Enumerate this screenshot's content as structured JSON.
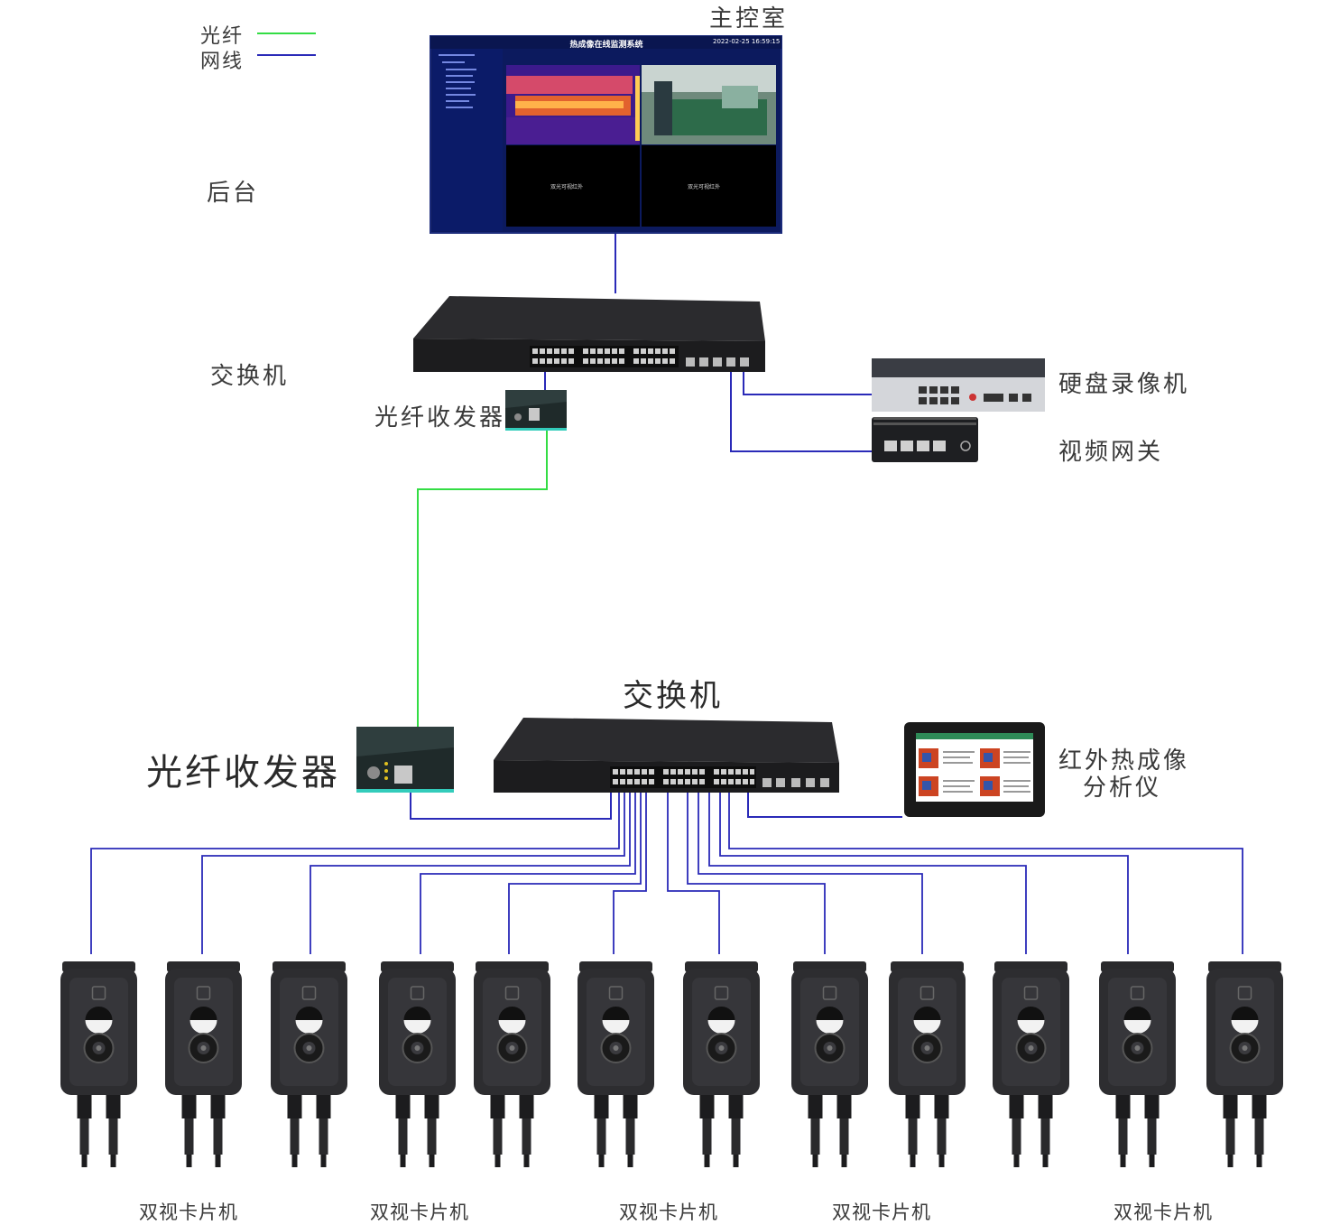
{
  "legend": {
    "fiber_label": "光纤",
    "cable_label": "网线",
    "fiber_color": "#33dd44",
    "cable_color": "#2a2ab8"
  },
  "control_room": {
    "title": "主控室",
    "backend_label": "后台",
    "screen": {
      "system_title": "热成像在线监测系统",
      "datetime": "2022-02-25 16:59:15",
      "no_signal_left": "双光可视红外",
      "no_signal_right": "双光可视红外"
    }
  },
  "top_switch": {
    "label": "交换机"
  },
  "top_transceiver": {
    "label": "光纤收发器"
  },
  "nvr": {
    "label": "硬盘录像机"
  },
  "gateway": {
    "label": "视频网关"
  },
  "bottom_switch": {
    "label": "交换机"
  },
  "bottom_transceiver": {
    "label": "光纤收发器"
  },
  "analyzer": {
    "label_line1": "红外热成像",
    "label_line2": "分析仪"
  },
  "cameras": {
    "count": 12,
    "caption_1": "双视卡片机",
    "caption_2": "双视卡片机",
    "caption_3": "双视卡片机",
    "caption_4": "双视卡片机",
    "caption_5": "双视卡片机"
  }
}
